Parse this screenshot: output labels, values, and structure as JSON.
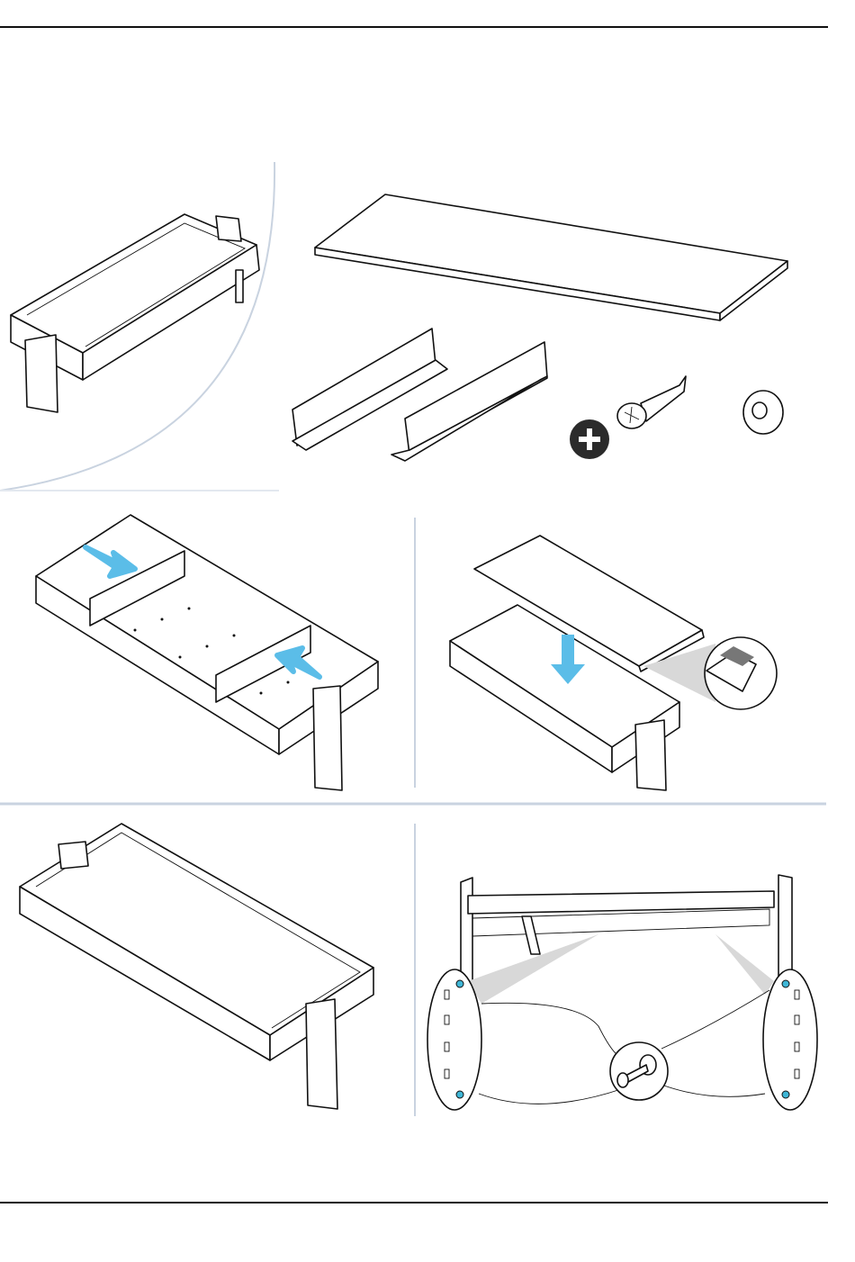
{
  "colors": {
    "line": "#111111",
    "arrow": "#5bbde8",
    "divider": "#c9d3e0",
    "callout": "#d8d8d8",
    "plus_badge": "#2b2b2b",
    "screw_hole": "#3fb6d6"
  },
  "steps": [
    {
      "id": "parts",
      "icons": [
        "frame",
        "shelf-board",
        "divider-bracket",
        "divider-bracket",
        "plus",
        "screw",
        "washer"
      ]
    },
    {
      "id": "insert-dividers",
      "icons": [
        "arrow",
        "arrow"
      ]
    },
    {
      "id": "place-shelf",
      "icons": [
        "arrow-down",
        "magnifier-callout"
      ]
    },
    {
      "id": "finished-shelf",
      "icons": []
    },
    {
      "id": "screw-fixing",
      "icons": [
        "callout-left",
        "callout-right",
        "screw"
      ]
    }
  ]
}
